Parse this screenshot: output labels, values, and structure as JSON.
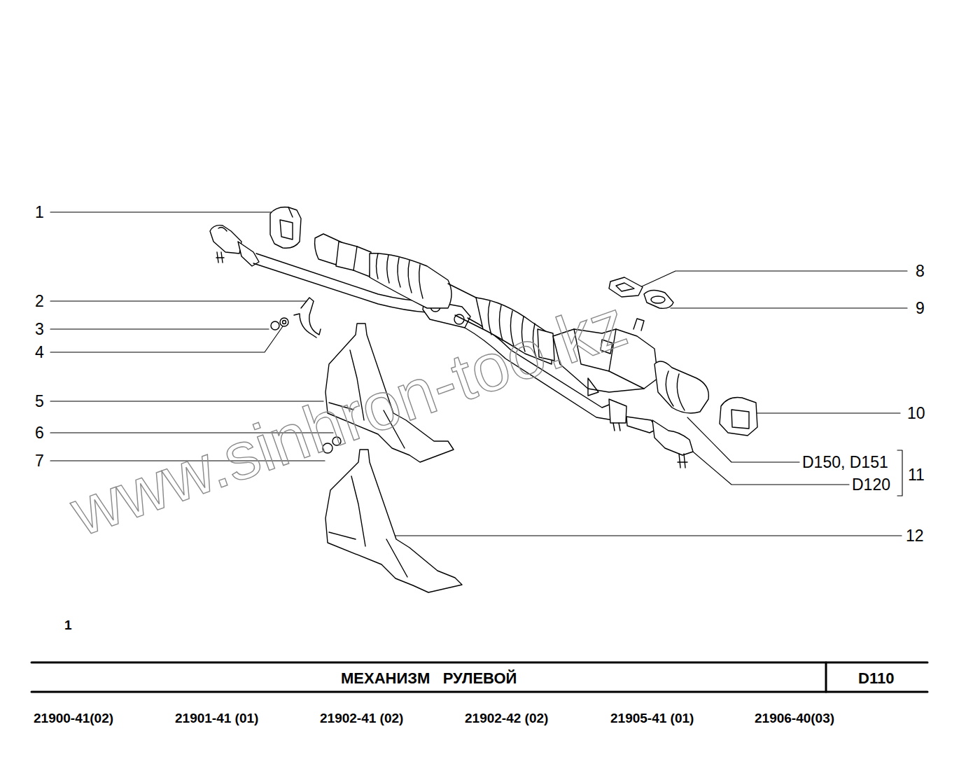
{
  "diagram": {
    "title": "МЕХАНИЗМ   РУЛЕВОЙ",
    "labels": [
      "1",
      "2",
      "3",
      "4",
      "5",
      "6",
      "7",
      "8",
      "9",
      "10",
      "D150, D151",
      "D120",
      "11",
      "12",
      "1",
      "D110",
      "21900-41(02)",
      "21901-41 (01)",
      "21902-41 (02)",
      "21902-42 (02)",
      "21905-41 (01)",
      "21906-40(03)",
      "www.sinhron-too.kz"
    ]
  }
}
